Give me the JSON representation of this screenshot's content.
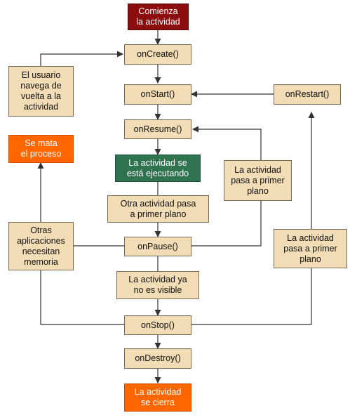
{
  "colors": {
    "start_box": "#8b0d0d",
    "callback_box": "#f2dcb5",
    "terminal_box": "#ff6600",
    "running_box": "#2f7350",
    "connector": "#333333"
  },
  "nodes": {
    "start": "Comienza\nla actividad",
    "on_create": "onCreate()",
    "on_start": "onStart()",
    "on_restart": "onRestart()",
    "on_resume": "onResume()",
    "running": "La actividad se\nestá ejecutando",
    "on_pause": "onPause()",
    "on_stop": "onStop()",
    "on_destroy": "onDestroy()",
    "closed": "La actividad\nse cierra",
    "process_killed": "Se mata\nel proceso"
  },
  "transitions": {
    "user_navigates_back": "El usuario\nnavega de\nvuelta a la\nactividad",
    "other_activity_foreground": "Otra actividad pasa\na primer plano",
    "activity_foreground_resume": "La actividad\npasa a primer\nplano",
    "apps_need_memory": "Otras\naplicaciones\nnecesitan\nmemoria",
    "activity_not_visible": "La actividad ya\nno es visible",
    "activity_foreground_restart": "La actividad\npasa a primer\nplano"
  }
}
